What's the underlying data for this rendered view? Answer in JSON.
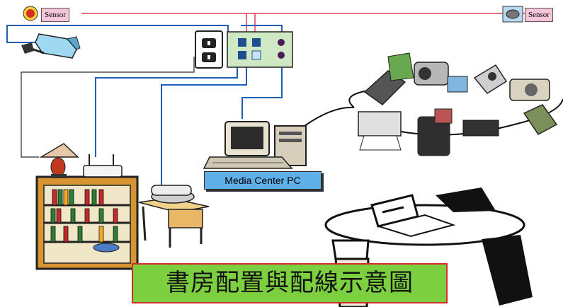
{
  "sensor_left": {
    "label": "Sensor"
  },
  "sensor_right": {
    "label": "Sensor"
  },
  "media_center": {
    "label": "Media Center PC"
  },
  "title": {
    "text": "書房配置與配線示意圖"
  },
  "colors": {
    "power_line": "#e23b5a",
    "data_line": "#1e5db8",
    "phone_line": "#2a2a2a",
    "title_bg": "#7ccf3f",
    "title_border": "#d52b2b",
    "label_bg": "#5fb0e8"
  }
}
